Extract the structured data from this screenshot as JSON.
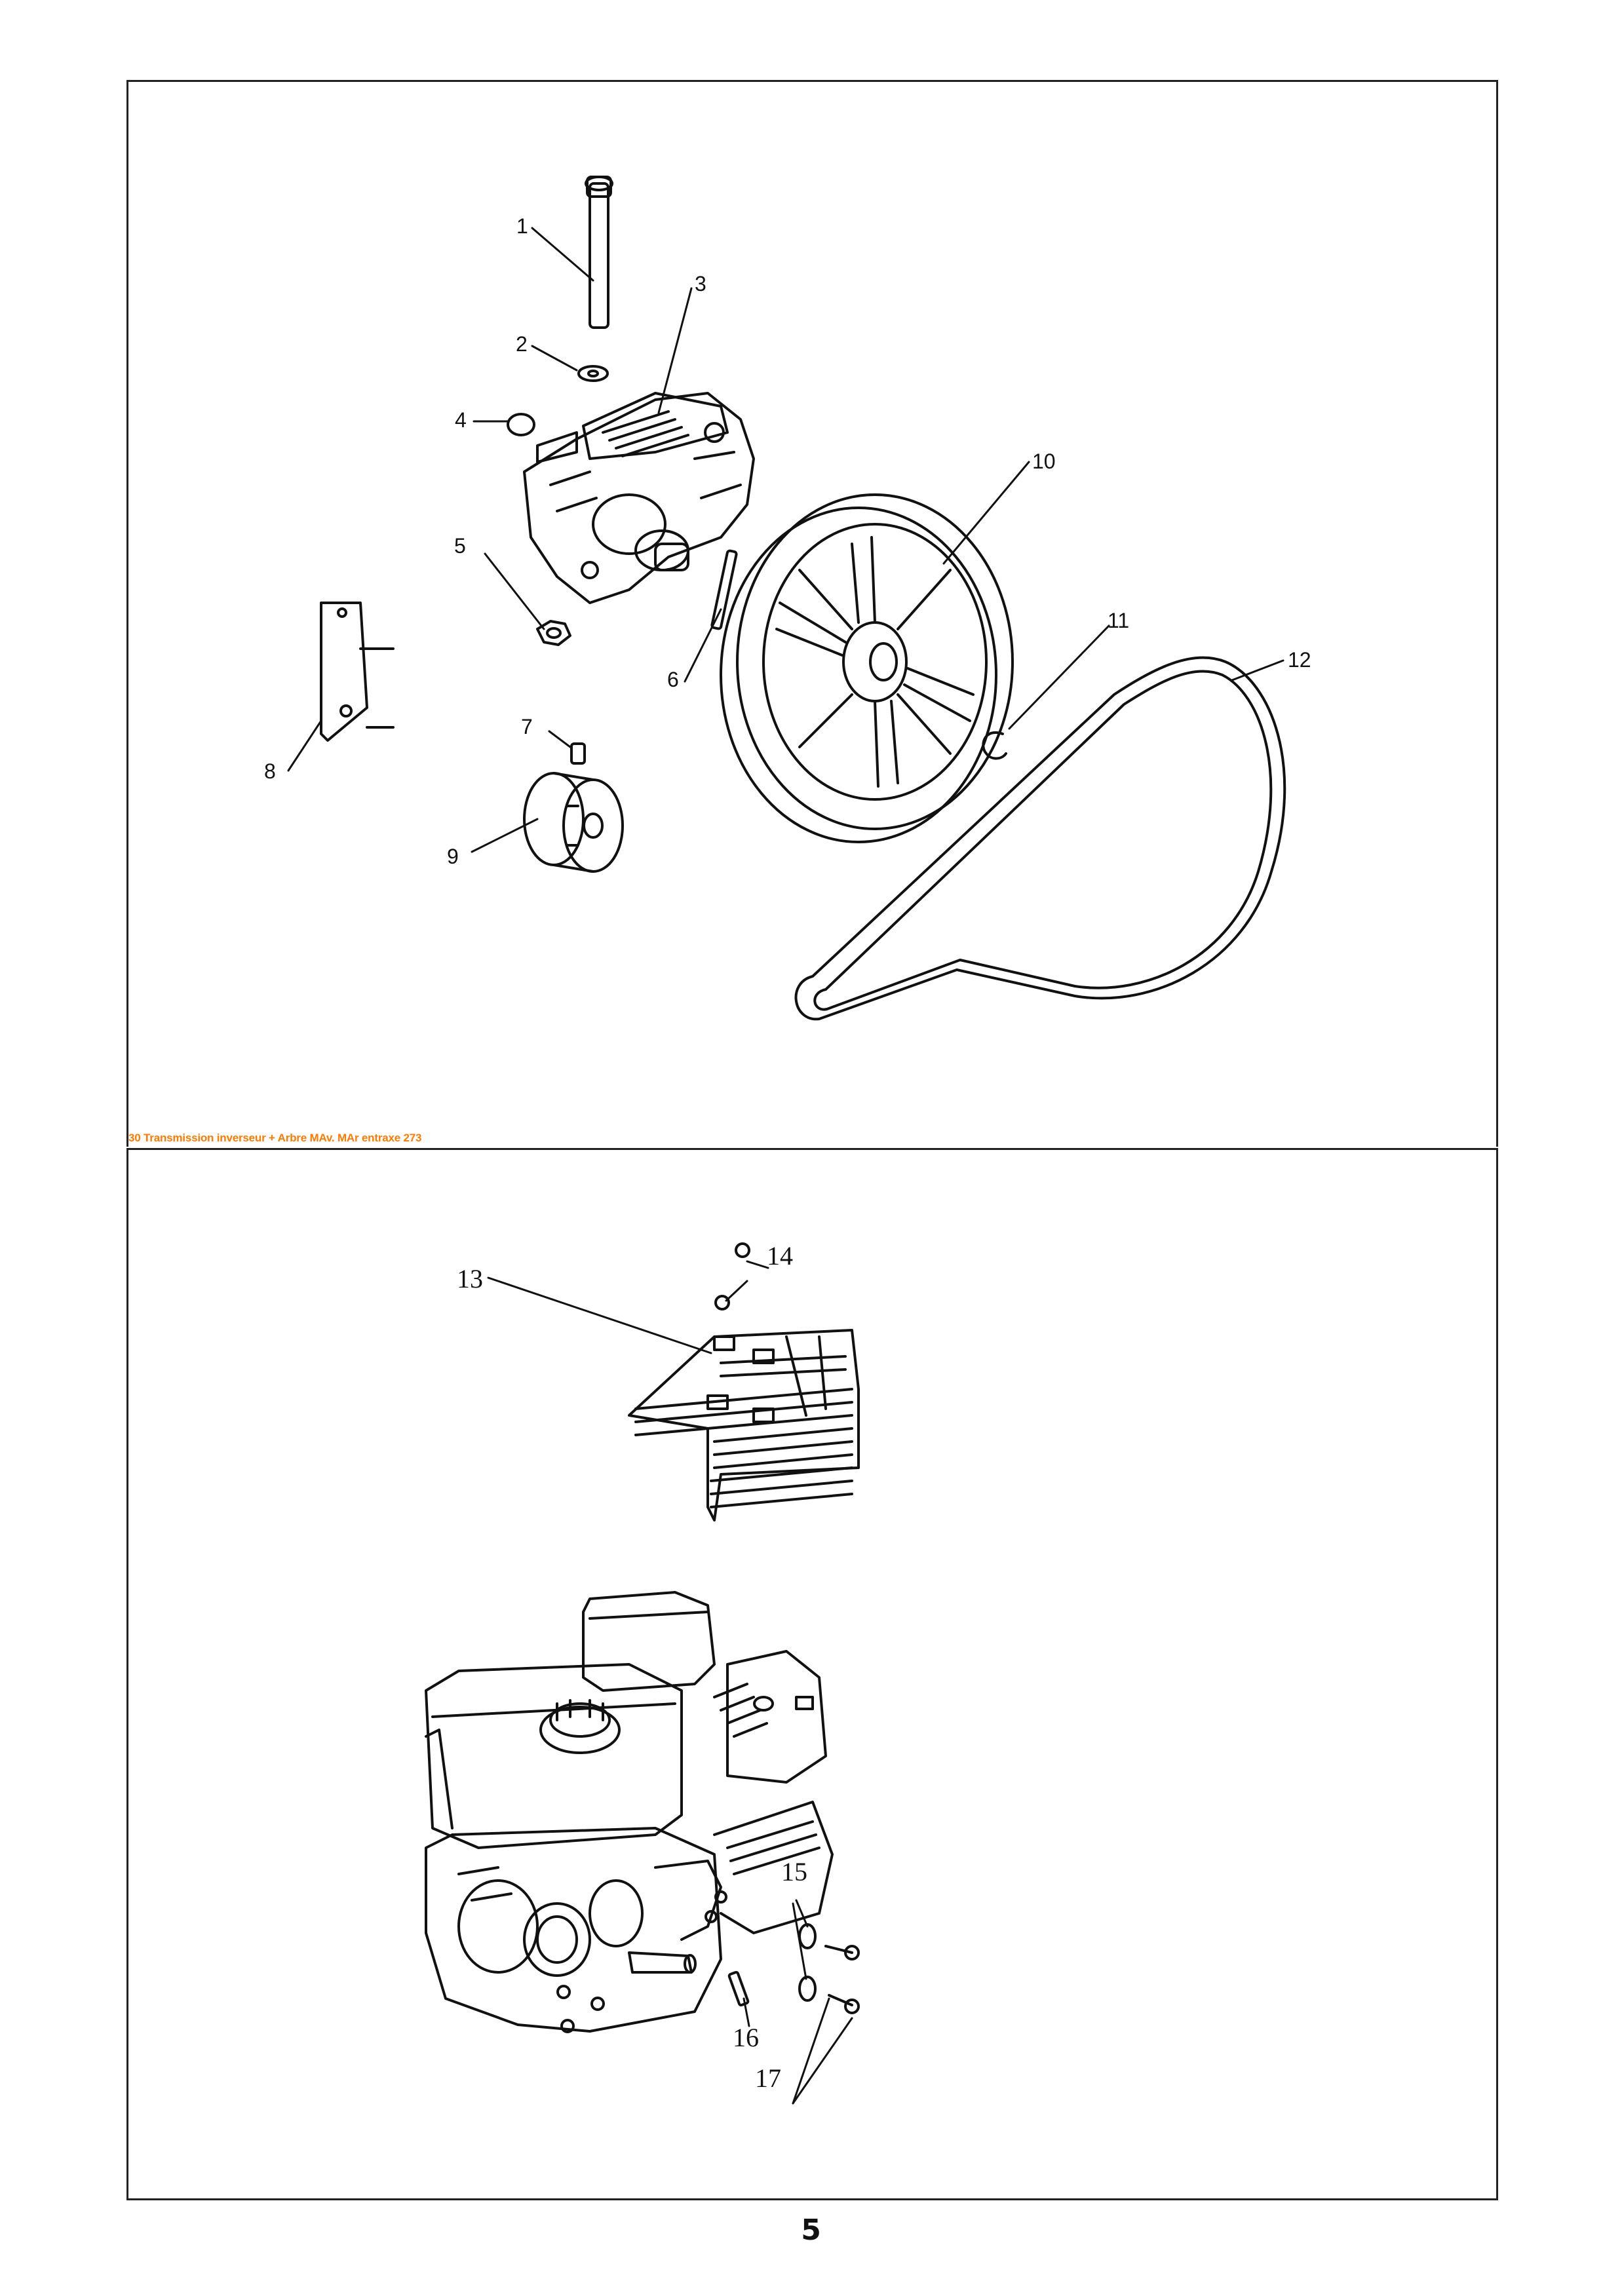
{
  "page": {
    "number": "5"
  },
  "section_top": {
    "caption": "30 Transmission inverseur + Arbre MAv. MAr entraxe 273",
    "callouts": [
      "1",
      "2",
      "3",
      "4",
      "5",
      "6",
      "7",
      "8",
      "9",
      "10",
      "11",
      "12"
    ]
  },
  "section_bottom": {
    "callouts": [
      "13",
      "14",
      "15",
      "16",
      "17"
    ]
  },
  "colors": {
    "caption": "#ff7a00",
    "line_art": "#111111",
    "frame": "#222222"
  }
}
